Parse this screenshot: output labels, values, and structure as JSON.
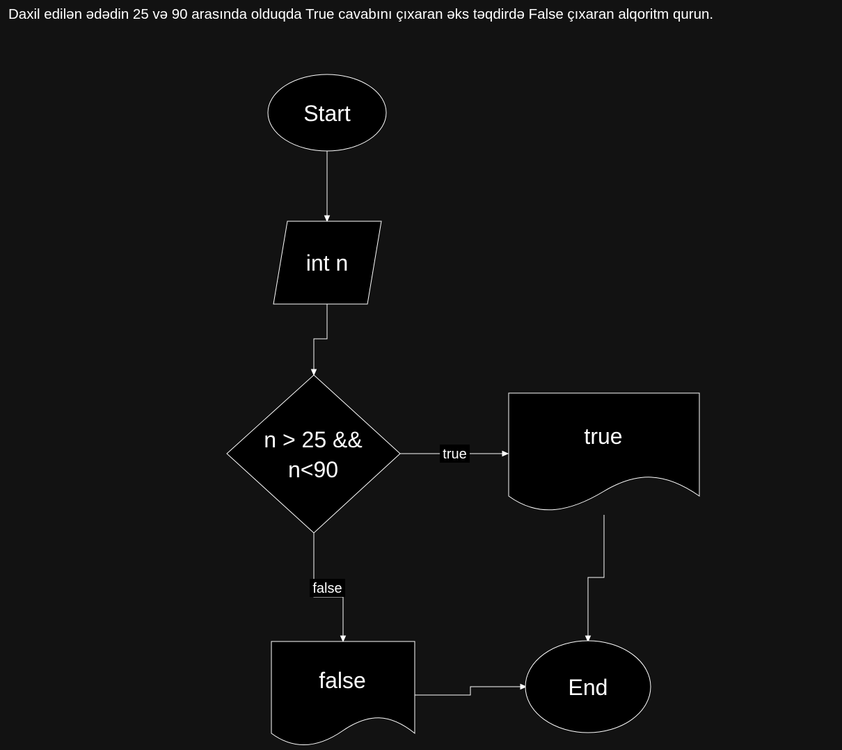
{
  "header": {
    "task": "Daxil edilən ədədin 25 və 90 arasında olduqda True cavabını çıxaran əks təqdirdə False çıxaran alqoritm qurun."
  },
  "nodes": {
    "start": "Start",
    "input": "int n",
    "decision_line1": "n > 25 &&",
    "decision_line2": "n<90",
    "output_true": "true",
    "output_false": "false",
    "end": "End"
  },
  "edges": {
    "true_label": "true",
    "false_label": "false"
  },
  "colors": {
    "background": "#121212",
    "shape_fill": "#000000",
    "stroke": "#ffffff",
    "text": "#ffffff"
  }
}
